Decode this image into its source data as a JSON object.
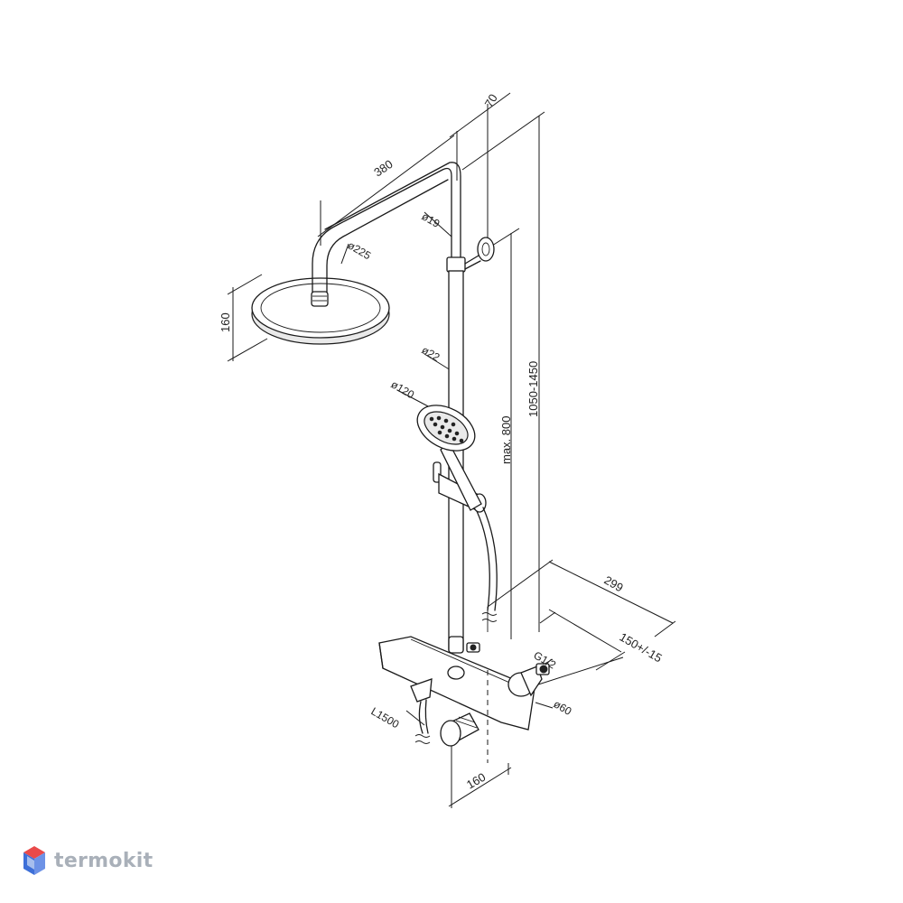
{
  "dimensions": {
    "arm_length": "380",
    "arm_offset": "70",
    "arm_pipe_diameter": "ø19",
    "head_diameter": "ø225",
    "head_height": "160",
    "rail_diameter": "ø22",
    "handshower_diameter": "ø120",
    "holder_travel": "max. 800",
    "total_height": "1050-1450",
    "mixer_depth": "299",
    "inlet_spacing": "150+/-15",
    "inlet_thread": "G1/2",
    "inlet_cover_diameter": "ø60",
    "hose_length": "L1500",
    "mixer_width": "160"
  },
  "watermark": {
    "text": "termokit",
    "colors": {
      "text": "#a9b0b9",
      "logo_top": "#e94a4a",
      "logo_side": "#3d6fd8"
    }
  }
}
